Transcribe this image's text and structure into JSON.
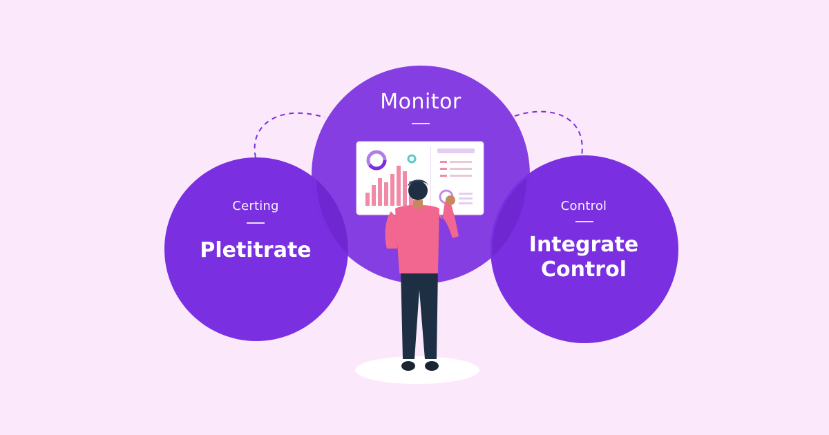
{
  "left_circle": {
    "sub_label": "Certing",
    "main_label": "Pletitrate"
  },
  "center_circle": {
    "title": "Monitor"
  },
  "right_circle": {
    "sub_label": "Control",
    "main_label_line1": "Integrate",
    "main_label_line2": "Control"
  },
  "colors": {
    "background": "#fbe9fb",
    "circle_purple": "#7a2fe0",
    "shirt_pink": "#f1678f",
    "pants_navy": "#1e2f44"
  }
}
